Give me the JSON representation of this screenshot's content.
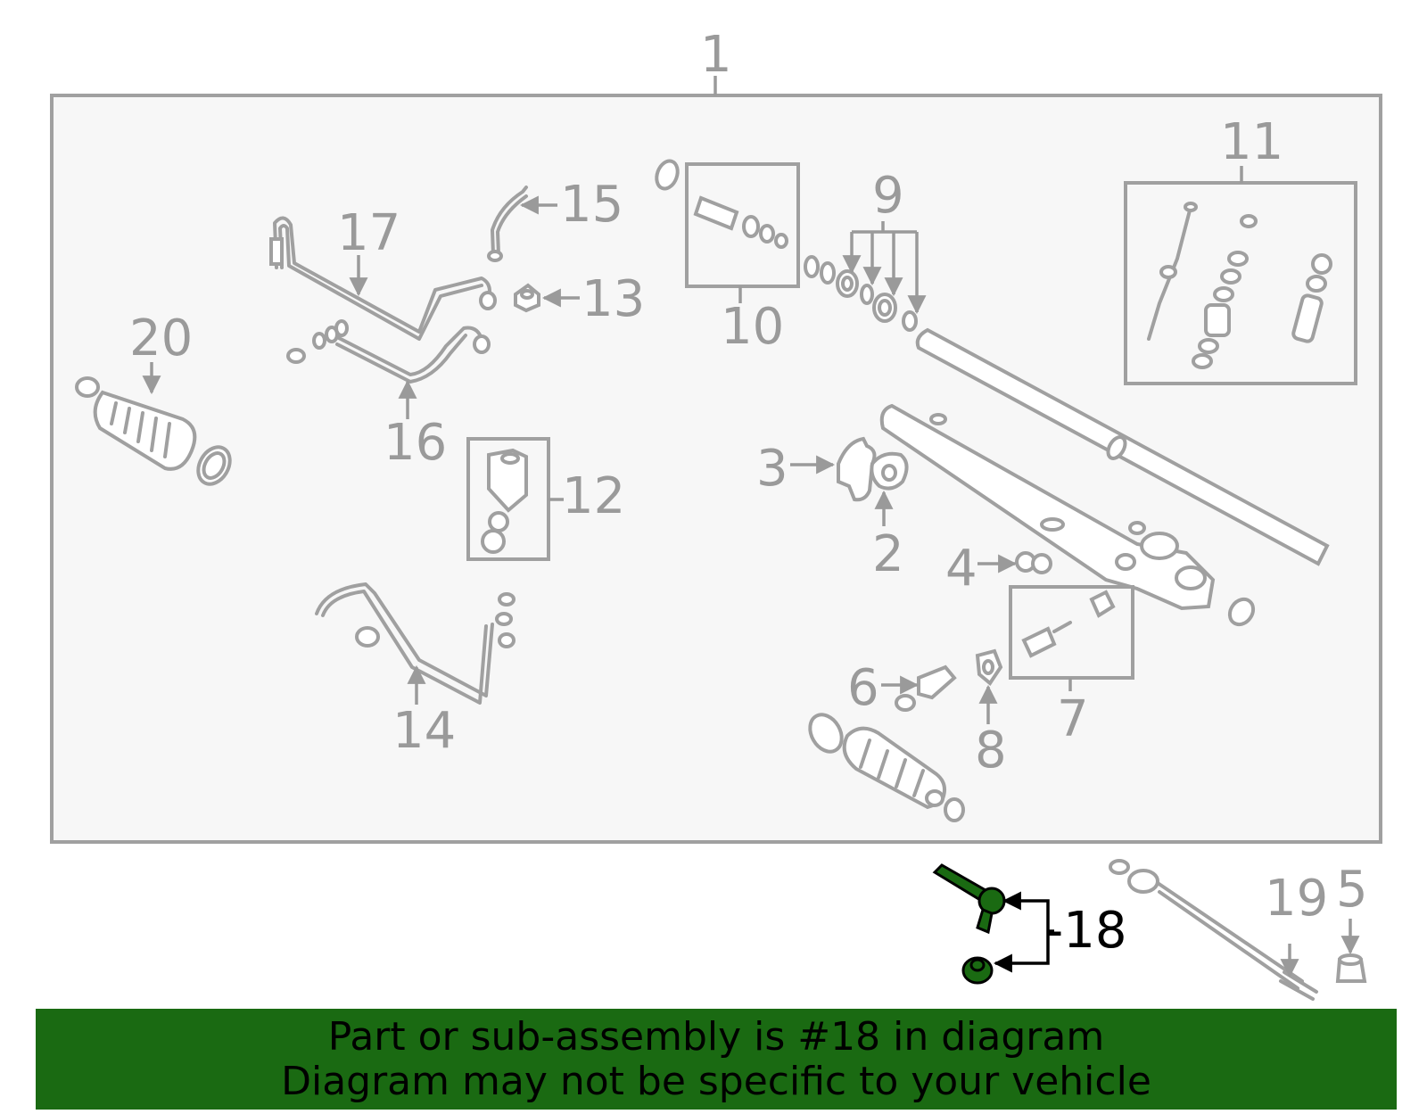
{
  "diagram": {
    "callouts": {
      "c1": "1",
      "c2": "2",
      "c3": "3",
      "c4": "4",
      "c5": "5",
      "c6": "6",
      "c7": "7",
      "c8": "8",
      "c9": "9",
      "c10": "10",
      "c11": "11",
      "c12": "12",
      "c13": "13",
      "c14": "14",
      "c15": "15",
      "c16": "16",
      "c17": "17",
      "c18": "-18",
      "c19": "19",
      "c20": "20"
    },
    "highlighted_part": "18",
    "highlight_color": "#1a6a12",
    "line_color": "#a0a0a0",
    "panel_color": "#f7f7f7"
  },
  "banner": {
    "line1": "Part or sub-assembly is #18 in diagram",
    "line2": "Diagram may not be specific to your vehicle",
    "background": "#1a6a12"
  }
}
